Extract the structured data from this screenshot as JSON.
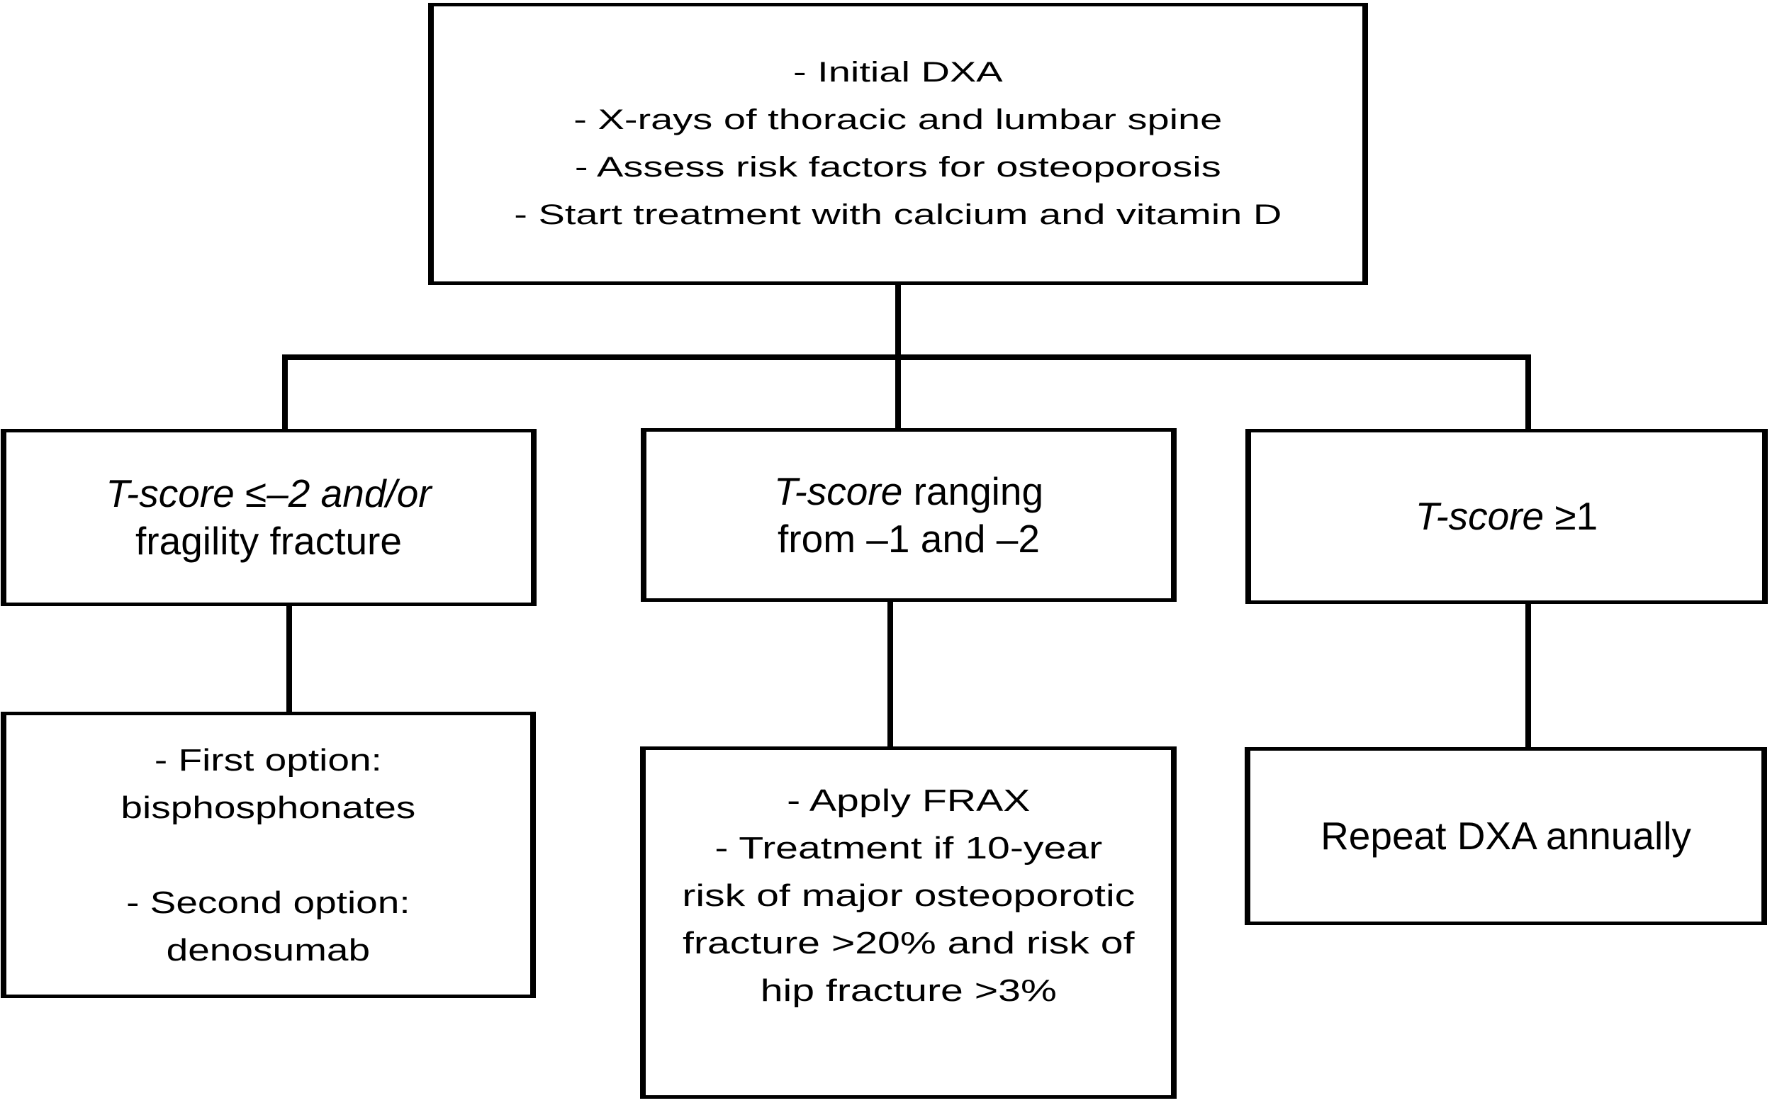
{
  "page": {
    "background_color": "#ffffff",
    "line_color": "#000000",
    "text_color": "#000000"
  },
  "flowchart": {
    "initial_workup": {
      "lines": [
        "- Initial DXA",
        "- X-rays of thoracic and lumbar spine",
        "- Assess risk factors for osteoporosis",
        "- Start treatment with calcium and vitamin D"
      ]
    },
    "tscore_low": {
      "line1_italic": "T-score ≤–2 and/or",
      "line2": "fragility fracture"
    },
    "tscore_mid": {
      "line1_italic": "T-score",
      "line1_rest": " ranging",
      "line2": "from –1 and –2"
    },
    "tscore_high": {
      "line1_italic": "T-score",
      "line1_rest": " ≥1"
    },
    "action_low": {
      "lines": [
        "- First option:",
        "bisphosphonates",
        "",
        "- Second option:",
        "denosumab"
      ]
    },
    "action_mid": {
      "lines": [
        "- Apply FRAX",
        "- Treatment if 10-year",
        "risk of major osteoporotic",
        "fracture >20% and risk of",
        "hip fracture >3%"
      ]
    },
    "action_high": {
      "line": "Repeat DXA annually"
    }
  }
}
